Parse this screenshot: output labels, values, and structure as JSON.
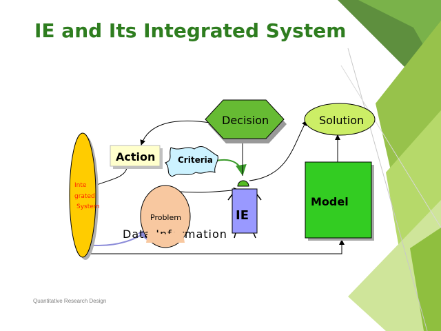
{
  "slide": {
    "title": "IE and Its Integrated System",
    "footer": "Quantitative Research Design"
  },
  "diagram": {
    "decision": "Decision",
    "solution": "Solution",
    "action": "Action",
    "criteria": "Criteria",
    "ie": "IE",
    "model": "Model",
    "problem": "Problem",
    "data_information": "Data Information",
    "integrated_system": [
      "Inte",
      "grated",
      "System"
    ]
  },
  "colors": {
    "title": "#2e7d1f",
    "decision_fill": "#66bb33",
    "solution_fill": "#ccee66",
    "model_fill": "#33cc22",
    "ie_fill": "#9999ff",
    "problem_fill": "#f8c8a0",
    "integrated_fill": "#ffcc00",
    "integrated_text": "#ff2200",
    "action_fill": "#ffffcc",
    "criteria_fill": "#ccf2ff"
  }
}
